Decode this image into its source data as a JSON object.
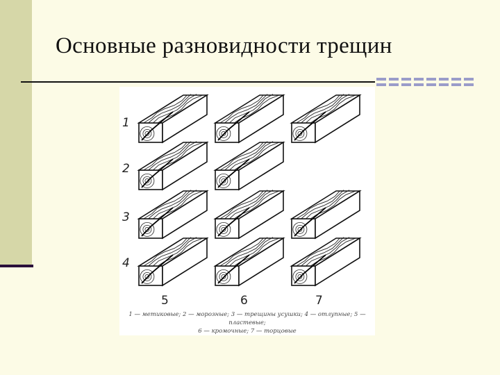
{
  "slide": {
    "title": "Основные разновидности трещин"
  },
  "figure": {
    "row_numbers": [
      "1",
      "2",
      "3",
      "4"
    ],
    "column_numbers": [
      "5",
      "6",
      "7"
    ],
    "caption_line1": "1 — метиковые; 2 — морозные; 3 — трещины усушки; 4 — отлупные; 5 — пластевые;",
    "caption_line2": "6 — кромочные; 7 — торцовые"
  }
}
